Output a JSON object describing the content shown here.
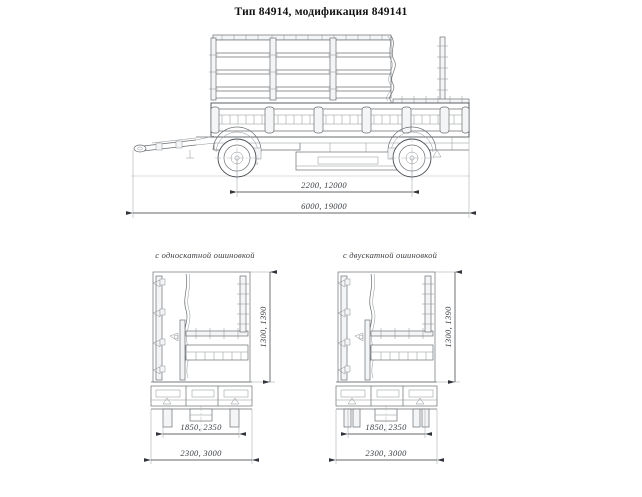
{
  "drawing": {
    "title": "Тип 84914, модификация 849141"
  },
  "side_view": {
    "name": "side-elevation",
    "dimensions": {
      "wheelbase": "2200, 12000",
      "overall_length": "6000, 19000"
    }
  },
  "front_views": [
    {
      "caption": "с односкатной ошиновкой",
      "dimensions": {
        "height": "1300, 1390",
        "inner_width": "1850, 2350",
        "overall_width": "2300, 3000"
      }
    },
    {
      "caption": "с двускатной ошиновкой",
      "dimensions": {
        "height": "1300, 1390",
        "inner_width": "1850, 2350",
        "overall_width": "2300, 3000"
      }
    }
  ],
  "colors": {
    "background": "#ffffff",
    "line": "#6b6f73",
    "dimension_line": "#30343a",
    "text": "#3a3e43",
    "title": "#111111"
  }
}
